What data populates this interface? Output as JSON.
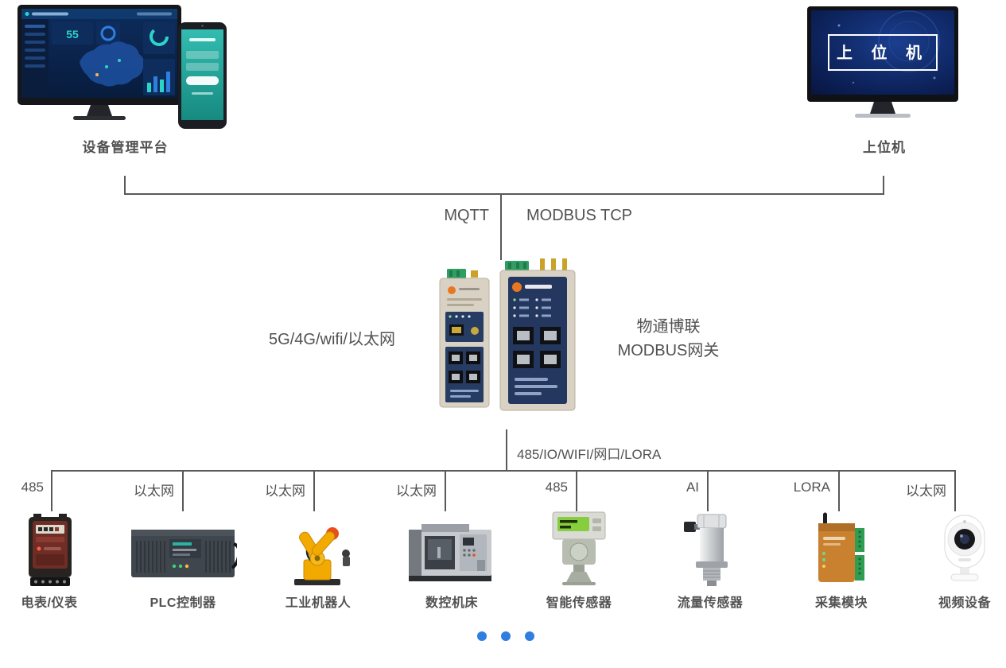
{
  "header": {
    "left_platform_label": "设备管理平台",
    "right_platform_label": "上位机",
    "host_screen_text": "上 位 机",
    "dashboard_stat": "55"
  },
  "protocols": {
    "uplink_left": "MQTT",
    "uplink_right": "MODBUS TCP"
  },
  "gateway": {
    "left_interface_label": "5G/4G/wifi/以太网",
    "brand": "物通博联",
    "product": "MODBUS网关",
    "downlink_interfaces": "485/IO/WIFI/网口/LORA"
  },
  "devices": [
    {
      "name": "电表/仪表",
      "link": "485"
    },
    {
      "name": "PLC控制器",
      "link": "以太网"
    },
    {
      "name": "工业机器人",
      "link": "以太网"
    },
    {
      "name": "数控机床",
      "link": "以太网"
    },
    {
      "name": "智能传感器",
      "link": "485"
    },
    {
      "name": "流量传感器",
      "link": "AI"
    },
    {
      "name": "采集模块",
      "link": "LORA"
    },
    {
      "name": "视频设备",
      "link": "以太网"
    }
  ],
  "colors": {
    "accent_blue": "#2e7fe0",
    "line_gray": "#58595b",
    "text_gray": "#525252"
  },
  "pagination": {
    "dot_count": 3
  }
}
